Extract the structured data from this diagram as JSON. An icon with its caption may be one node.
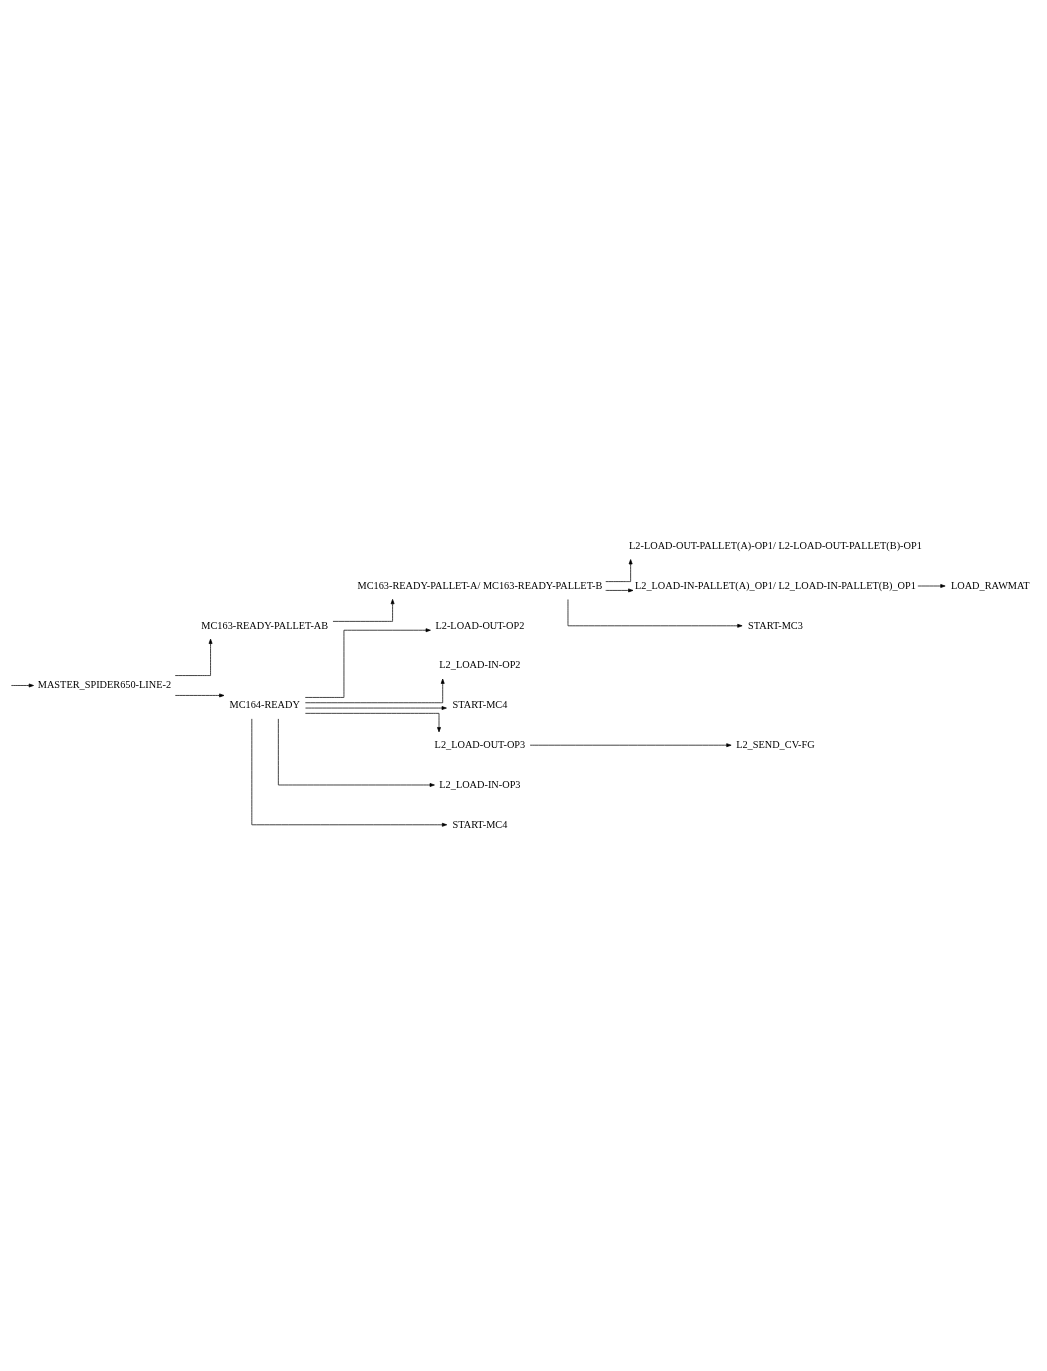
{
  "diagram": {
    "nodes": [
      {
        "text": [
          "MASTER_SPIDER650-LINE-2"
        ]
      },
      {
        "text": [
          "MC163-READY-PALLET-AB"
        ]
      },
      {
        "text": [
          "MC163-READY-PALLET-A/ MC163-READY-PALLET-B"
        ]
      },
      {
        "text": [
          "L2-LOAD-OUT-PALLET(A)-OP1/ L2-LOAD-OUT-PALLET(B)-OP1"
        ]
      },
      {
        "text": [
          "L2_LOAD-IN-PALLET(A)_OP1/ L2_LOAD-IN-PALLET(B)_OP1"
        ]
      },
      {
        "text": [
          "LOAD_RAWMAT"
        ]
      },
      {
        "text": [
          "START-MC3"
        ]
      },
      {
        "text": [
          "MC164-READY"
        ]
      },
      {
        "text": [
          "L2-LOAD-OUT-OP2"
        ]
      },
      {
        "text": [
          "L2_LOAD-IN-OP2"
        ]
      },
      {
        "text": [
          "START-MC4"
        ]
      },
      {
        "text": [
          "L2_LOAD-OUT-OP3"
        ]
      },
      {
        "text": [
          "L2_SEND_CV-FG"
        ]
      },
      {
        "text": [
          "L2_LOAD-IN-OP3"
        ]
      },
      {
        "text": [
          "START-MC4"
        ]
      }
    ],
    "edges": [
      {
        "from": null,
        "to": 0,
        "arrow": "to"
      },
      {
        "from": 0,
        "to": 1,
        "arrow": "to"
      },
      {
        "from": 1,
        "to": 2,
        "arrow": "to"
      },
      {
        "from": 2,
        "to": 3,
        "arrow": "to"
      },
      {
        "from": 2,
        "to": 4,
        "arrow": "to"
      },
      {
        "from": 4,
        "to": 5,
        "arrow": "to"
      },
      {
        "from": 2,
        "to": 6,
        "arrow": "to"
      },
      {
        "from": 0,
        "to": 7,
        "arrow": "to"
      },
      {
        "from": 7,
        "to": 8,
        "arrow": "to"
      },
      {
        "from": 7,
        "to": 9,
        "arrow": "to"
      },
      {
        "from": 7,
        "to": 10,
        "arrow": "to"
      },
      {
        "from": 7,
        "to": 11,
        "arrow": "to"
      },
      {
        "from": 11,
        "to": 12,
        "arrow": "to"
      },
      {
        "from": 7,
        "to": 13,
        "arrow": "to"
      },
      {
        "from": 7,
        "to": 14,
        "arrow": "to"
      }
    ]
  }
}
